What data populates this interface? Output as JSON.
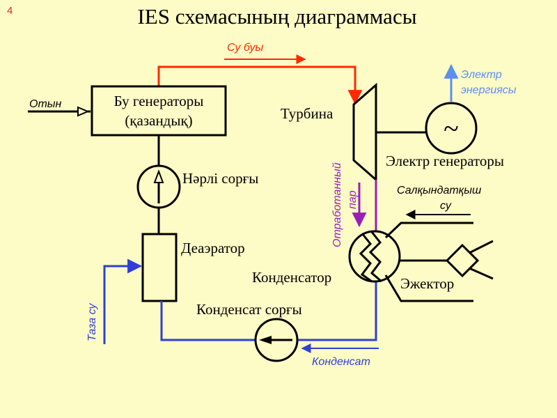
{
  "slide": {
    "number": "4",
    "title": "IES схемасының диаграммасы"
  },
  "labels": {
    "steam": "Су буы",
    "fuel": "Отын",
    "boiler_line1": "Бу генераторы",
    "boiler_line2": "(қазандық)",
    "feed_pump": "Нәрлі сорғы",
    "deaerator": "Деаэратор",
    "fresh_water": "Таза су",
    "condensate_pump": "Конденсат сорғы",
    "condensate": "Конденсат",
    "turbine": "Турбина",
    "electricity_line1": "Электр",
    "electricity_line2": "энергиясы",
    "generator": "Электр генераторы",
    "exhaust_steam_line1": "Отработанный",
    "exhaust_steam_line2": "пар",
    "cooling_water_line1": "Салқындатқыш",
    "cooling_water_line2": "су",
    "condenser": "Конденсатор",
    "ejector": "Эжектор",
    "generator_symbol": "~"
  },
  "colors": {
    "background": "#fdfbc6",
    "steam_line": "#ff2a00",
    "water_line": "#2f3fd8",
    "exhaust_line": "#9a1fb8",
    "electricity_arrow": "#5b8ff0",
    "slide_number": "#e0301e"
  }
}
